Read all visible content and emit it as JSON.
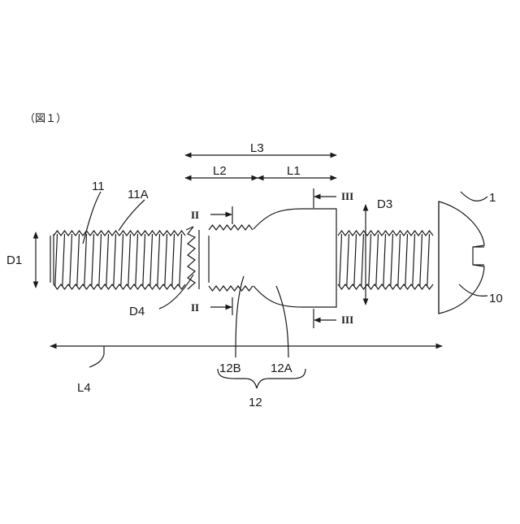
{
  "figure_label": "（図１）",
  "labels": {
    "ref_1": "1",
    "ref_10": "10",
    "ref_11": "11",
    "ref_11A": "11A",
    "ref_12": "12",
    "ref_12A": "12A",
    "ref_12B": "12B",
    "D1": "D1",
    "D3": "D3",
    "D4": "D4",
    "L1": "L1",
    "L2": "L2",
    "L3": "L3",
    "L4": "L4",
    "sec_II_top": "II",
    "sec_II_bottom": "II",
    "sec_III_top": "III",
    "sec_III_bottom": "III"
  },
  "colors": {
    "line": "#1a1a1a",
    "background": "#ffffff"
  }
}
